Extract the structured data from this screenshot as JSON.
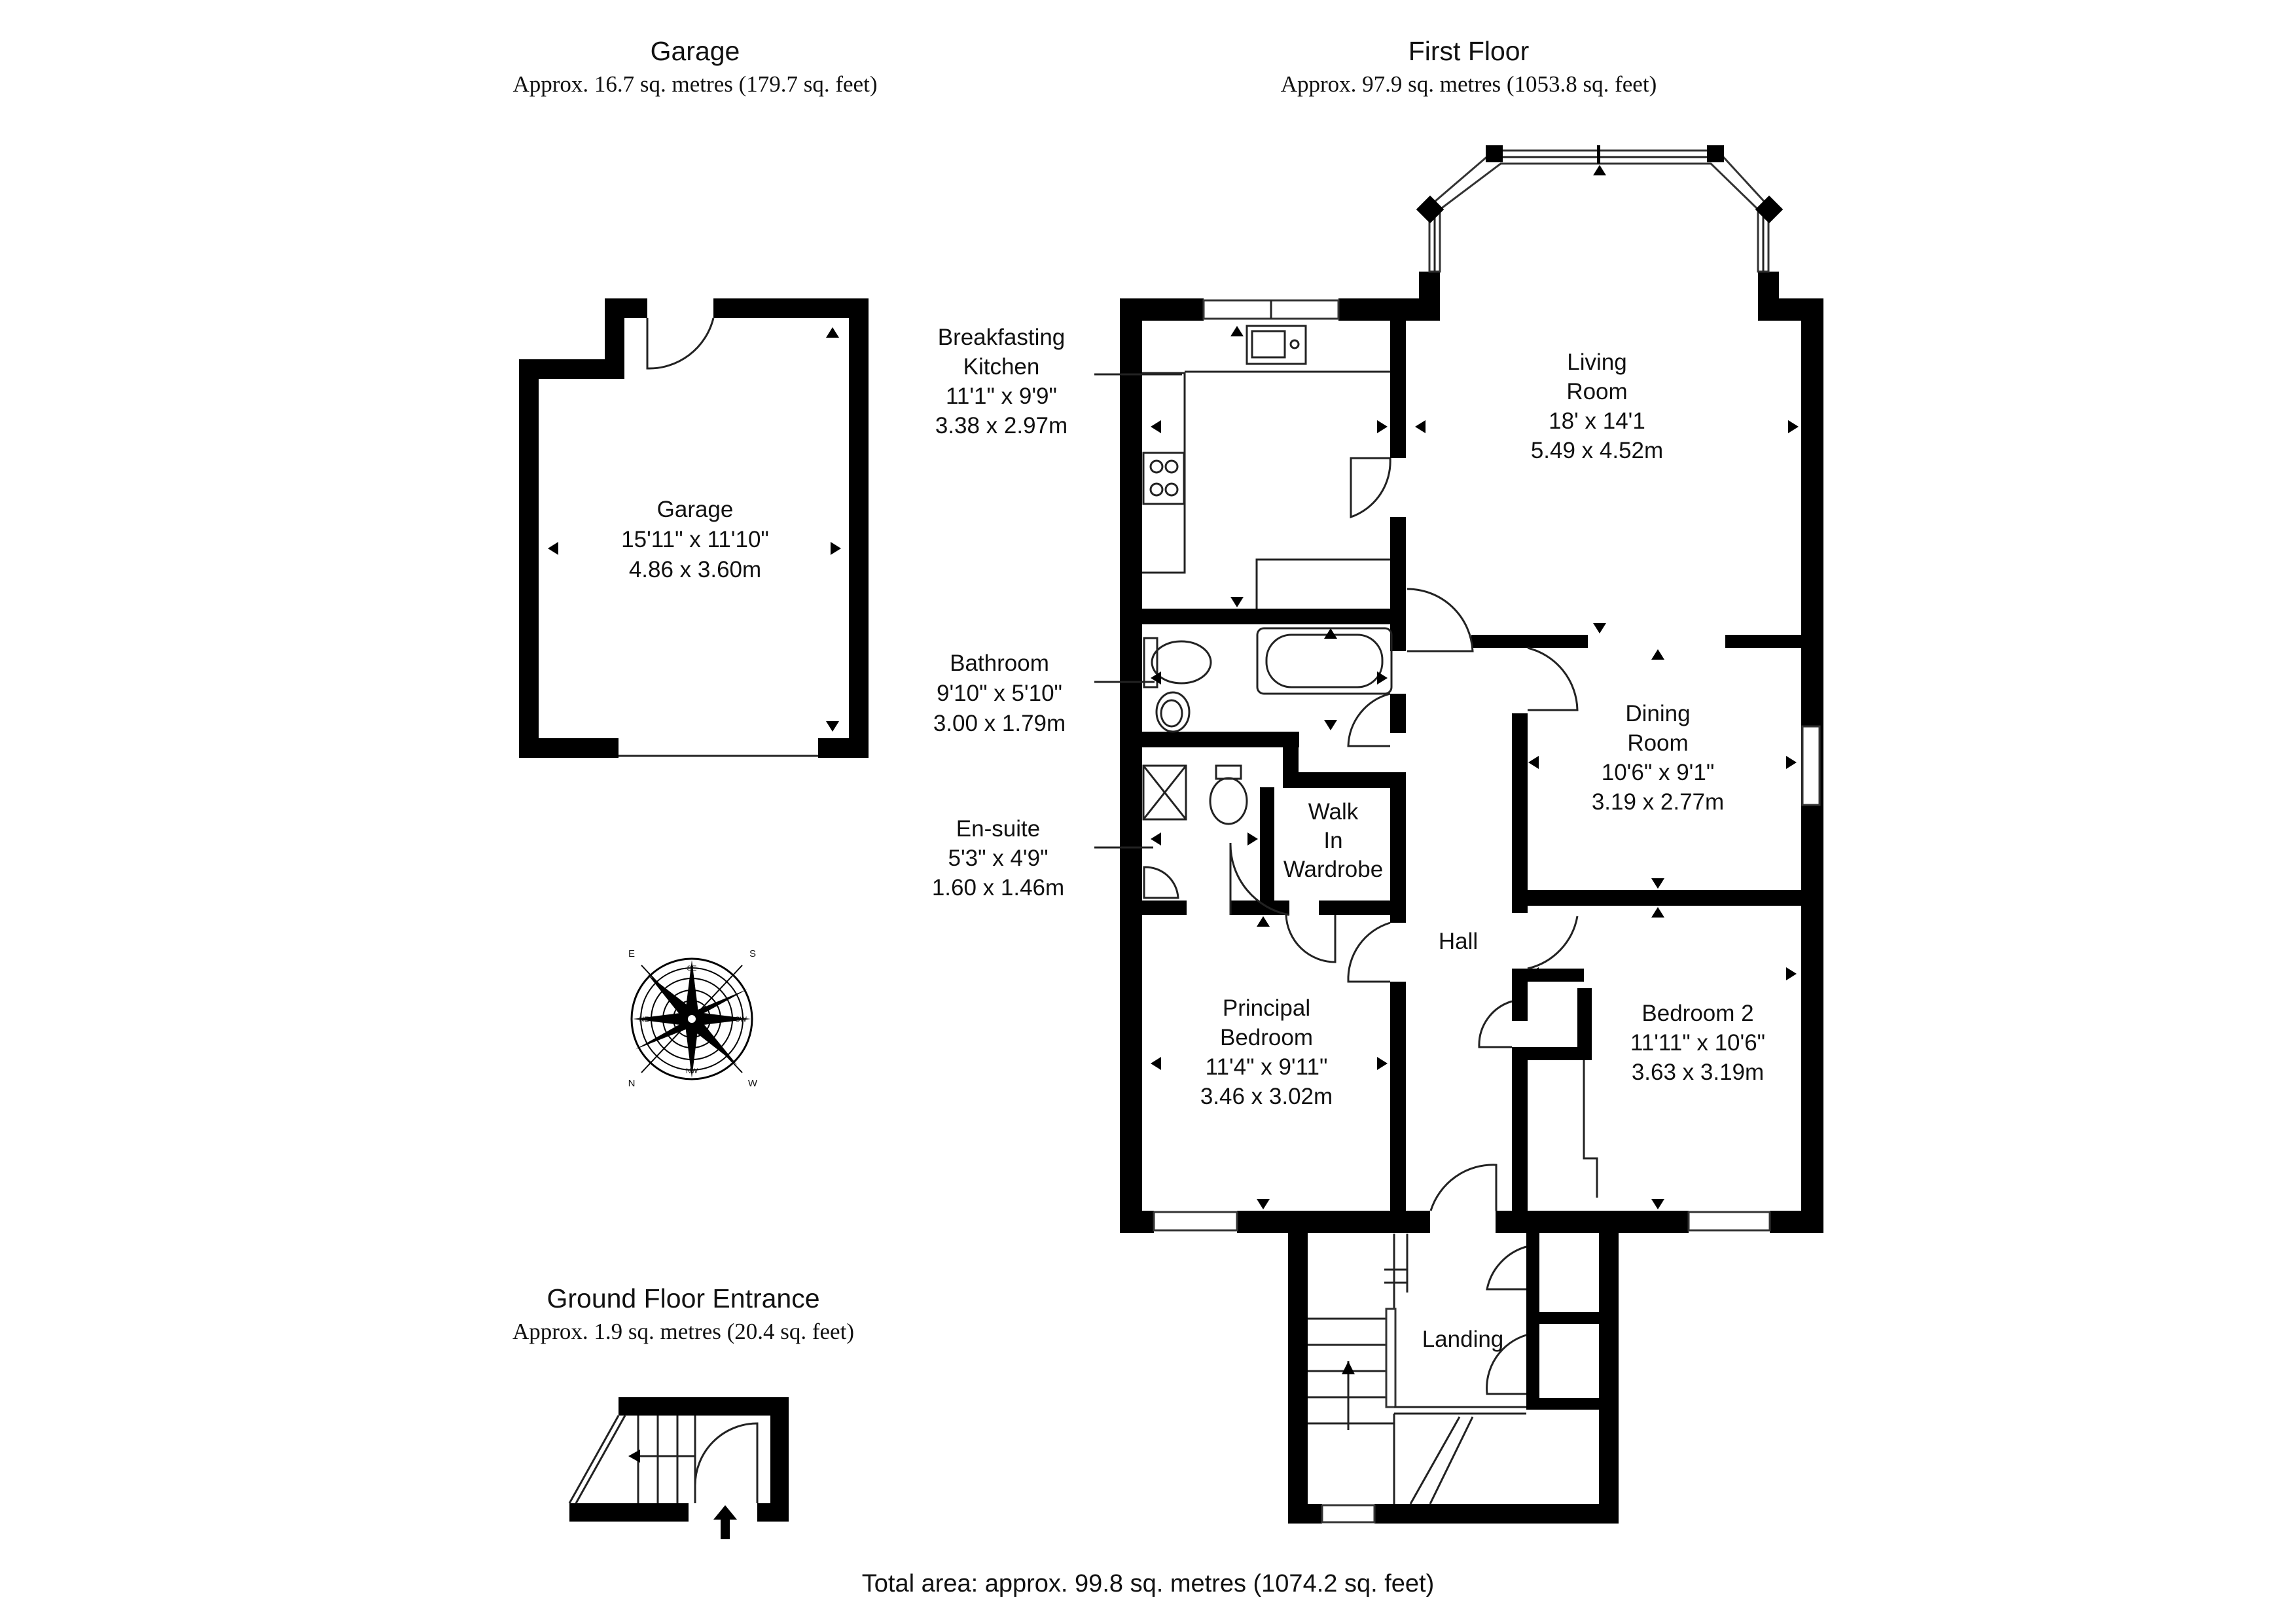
{
  "headings": {
    "garage": {
      "title": "Garage",
      "area": "Approx. 16.7 sq. metres (179.7 sq. feet)"
    },
    "first_floor": {
      "title": "First Floor",
      "area": "Approx. 97.9 sq. metres (1053.8 sq. feet)"
    },
    "ground_floor": {
      "title": "Ground Floor Entrance",
      "area": "Approx. 1.9 sq. metres (20.4 sq. feet)"
    }
  },
  "rooms": {
    "garage": {
      "name": "Garage",
      "imperial": "15'11\" x 11'10\"",
      "metric": "4.86 x 3.60m"
    },
    "kitchen": {
      "name_1": "Breakfasting",
      "name_2": "Kitchen",
      "imperial": "11'1\" x 9'9\"",
      "metric": "3.38 x 2.97m"
    },
    "living": {
      "name_1": "Living",
      "name_2": "Room",
      "imperial": "18' x 14'1",
      "metric": "5.49 x 4.52m"
    },
    "bathroom": {
      "name": "Bathroom",
      "imperial": "9'10\" x 5'10\"",
      "metric": "3.00 x 1.79m"
    },
    "dining": {
      "name_1": "Dining",
      "name_2": "Room",
      "imperial": "10'6\" x 9'1\"",
      "metric": "3.19 x 2.77m"
    },
    "ensuite": {
      "name": "En-suite",
      "imperial": "5'3\" x 4'9\"",
      "metric": "1.60 x 1.46m"
    },
    "wardrobe": {
      "name_1": "Walk",
      "name_2": "In",
      "name_3": "Wardrobe"
    },
    "hall": {
      "name": "Hall"
    },
    "principal": {
      "name_1": "Principal",
      "name_2": "Bedroom",
      "imperial": "11'4\" x 9'11\"",
      "metric": "3.46 x 3.02m"
    },
    "bedroom2": {
      "name": "Bedroom 2",
      "imperial": "11'11\" x 10'6\"",
      "metric": "3.63 x 3.19m"
    },
    "landing": {
      "name": "Landing"
    }
  },
  "compass": {
    "n": "N",
    "s": "S",
    "e": "E",
    "w": "W",
    "ne": "NE",
    "nw": "NW",
    "se": "SE",
    "sw": "SW"
  },
  "total_area": "Total area: approx. 99.8 sq. metres (1074.2 sq. feet)"
}
